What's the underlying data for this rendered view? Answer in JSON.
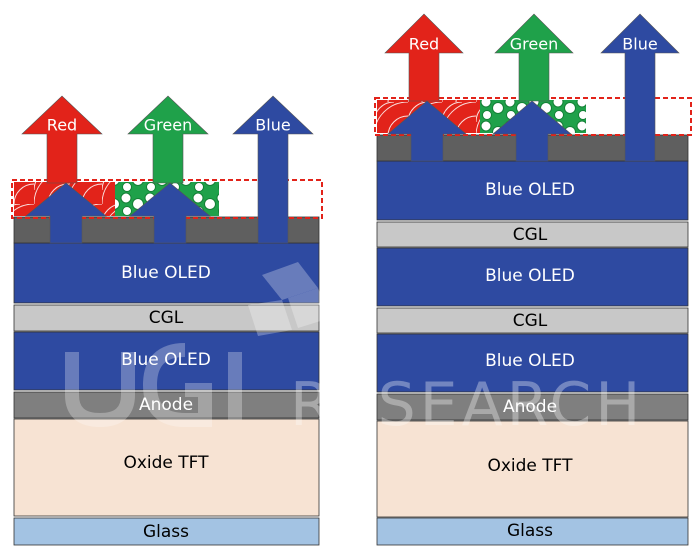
{
  "colors": {
    "blue_oled": "#2e4aa1",
    "cgl": "#c8c8c8",
    "anode": "#7f7f7f",
    "tft": "#f7e3d3",
    "glass": "#a3c3e3",
    "red": "#e2231a",
    "green": "#1fa14a",
    "blue": "#2e4aa1",
    "gray_bar": "#5f5f5f",
    "dashed_border": "#e2231a"
  },
  "left_stack": {
    "arrows": [
      {
        "label": "Red",
        "color_key": "red"
      },
      {
        "label": "Green",
        "color_key": "green"
      },
      {
        "label": "Blue",
        "color_key": "blue"
      }
    ],
    "layers": [
      {
        "label": "Blue OLED",
        "kind": "blue_oled"
      },
      {
        "label": "CGL",
        "kind": "cgl"
      },
      {
        "label": "Blue OLED",
        "kind": "blue_oled"
      },
      {
        "label": "Anode",
        "kind": "anode"
      },
      {
        "label": "Oxide TFT",
        "kind": "tft"
      },
      {
        "label": "Glass",
        "kind": "glass"
      }
    ]
  },
  "right_stack": {
    "arrows": [
      {
        "label": "Red",
        "color_key": "red"
      },
      {
        "label": "Green",
        "color_key": "green"
      },
      {
        "label": "Blue",
        "color_key": "blue"
      }
    ],
    "layers": [
      {
        "label": "Blue OLED",
        "kind": "blue_oled"
      },
      {
        "label": "CGL",
        "kind": "cgl"
      },
      {
        "label": "Blue OLED",
        "kind": "blue_oled"
      },
      {
        "label": "CGL",
        "kind": "cgl"
      },
      {
        "label": "Blue OLED",
        "kind": "blue_oled"
      },
      {
        "label": "Anode",
        "kind": "anode"
      },
      {
        "label": "Oxide TFT",
        "kind": "tft"
      },
      {
        "label": "Glass",
        "kind": "glass"
      }
    ]
  },
  "watermark": {
    "text": "RESEARCH"
  }
}
